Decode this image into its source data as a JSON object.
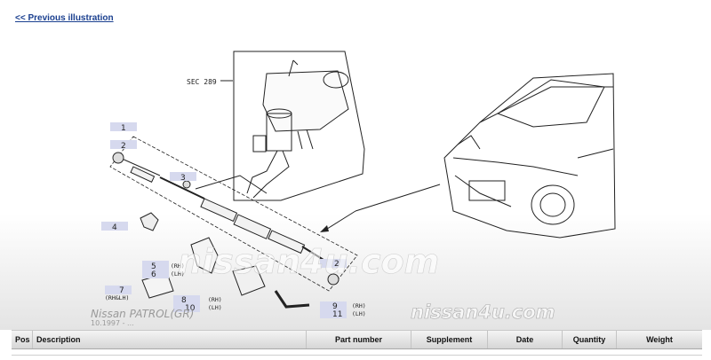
{
  "nav": {
    "prev_label": "<< Previous illustration"
  },
  "illustration": {
    "section_ref": "SEC 289",
    "callouts": [
      {
        "id": "c1",
        "label": "1"
      },
      {
        "id": "c2a",
        "label": "2"
      },
      {
        "id": "c3",
        "label": "3"
      },
      {
        "id": "c4",
        "label": "4"
      },
      {
        "id": "c2b",
        "label": "2"
      },
      {
        "id": "c5",
        "label": "5"
      },
      {
        "id": "c6",
        "label": "6"
      },
      {
        "id": "c7",
        "label": "7"
      },
      {
        "id": "c8",
        "label": "8"
      },
      {
        "id": "c10",
        "label": "10"
      },
      {
        "id": "c9",
        "label": "9"
      },
      {
        "id": "c11",
        "label": "11"
      }
    ],
    "side_labels": {
      "rh_1": "(RH)",
      "lh_1": "(LH)",
      "rh_lh": "(RH&LH)",
      "rh_2": "(RH)",
      "lh_2": "(LH)",
      "rh_3": "(RH)",
      "lh_3": "(LH)"
    },
    "model_name": "Nissan PATROL(GR)",
    "model_date": "10.1997 - ...",
    "watermark_main": "nissan4u.com",
    "watermark_small": "nissan4u.com"
  },
  "table": {
    "columns": [
      "Pos",
      "Description",
      "Part number",
      "Supplement",
      "Date",
      "Quantity",
      "Weight"
    ]
  }
}
